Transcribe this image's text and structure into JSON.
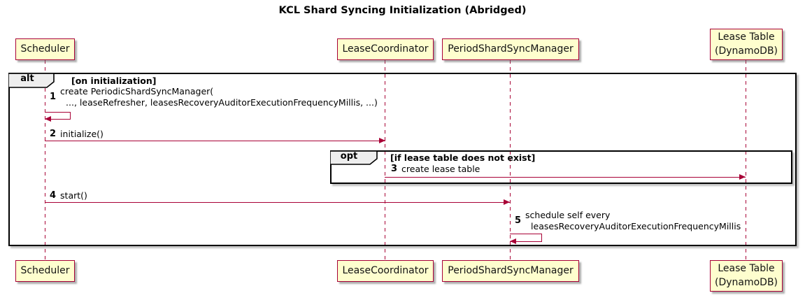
{
  "title": "KCL Shard Syncing Initialization (Abridged)",
  "colors": {
    "participant_fill": "#FEFECE",
    "participant_border": "#A80036",
    "arrow": "#A80036",
    "frame_border": "#000000",
    "frame_label_fill": "#EEEEEE"
  },
  "participants": [
    {
      "label": "Scheduler"
    },
    {
      "label": "LeaseCoordinator"
    },
    {
      "label": "PeriodShardSyncManager"
    },
    {
      "label": "Lease Table\n(DynamoDB)"
    }
  ],
  "frames": {
    "alt": {
      "keyword": "alt",
      "condition": "[on initialization]"
    },
    "opt": {
      "keyword": "opt",
      "condition": "[if lease table does not exist]"
    }
  },
  "messages": [
    {
      "number": "1",
      "line1": "create PeriodicShardSyncManager(",
      "line2": "..., leaseRefresher, leasesRecoveryAuditorExecutionFrequencyMillis, ...)"
    },
    {
      "number": "2",
      "text": "initialize()"
    },
    {
      "number": "3",
      "text": "create lease table"
    },
    {
      "number": "4",
      "text": "start()"
    },
    {
      "number": "5",
      "line1": "schedule self every",
      "line2": "leasesRecoveryAuditorExecutionFrequencyMillis"
    }
  ]
}
